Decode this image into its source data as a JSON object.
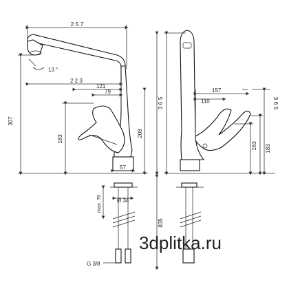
{
  "dimensions": {
    "spout_reach": "2 5 7",
    "swivel_angle": "13 °",
    "reach_223": "2 2 3",
    "reach_121": "121",
    "reach_79": "79",
    "height_307": "307",
    "height_183_front": "183",
    "height_208": "208",
    "width_57": "57",
    "hole_dia": "Ø 34",
    "max_70": "max. 70",
    "height_365_front": "3 6 5",
    "length_835": "835",
    "thread": "G 3/8",
    "side_157": "157",
    "side_110": "110",
    "height_365_side": "3 6 5",
    "height_163": "163",
    "height_183_side": "183"
  },
  "watermark": "3dplitka.ru"
}
